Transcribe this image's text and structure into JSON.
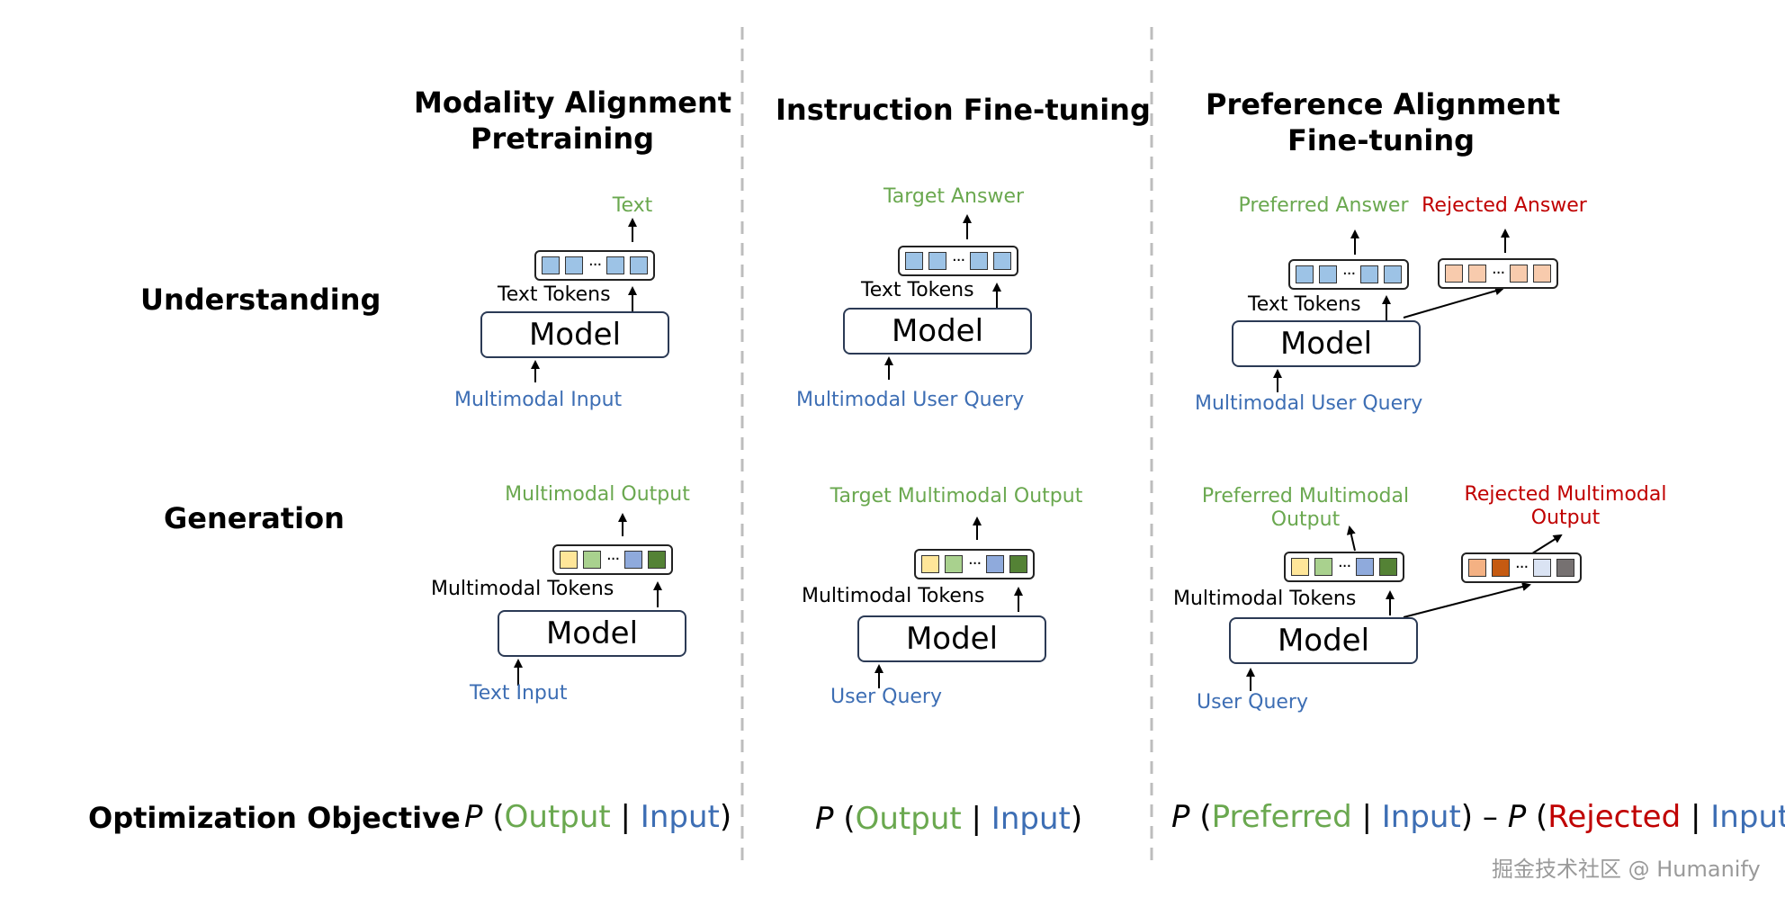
{
  "columns": {
    "pretraining": {
      "title_line1": "Modality Alignment",
      "title_line2": "Pretraining"
    },
    "instruction": {
      "title": "Instruction Fine-tuning"
    },
    "preference": {
      "title_line1": "Preference Alignment",
      "title_line2": "Fine-tuning"
    }
  },
  "rows": {
    "understanding": "Understanding",
    "generation": "Generation",
    "objective": "Optimization Objective"
  },
  "model_label": "Model",
  "dots": "···",
  "pretraining": {
    "understanding": {
      "output": "Text",
      "tokens": "Text Tokens",
      "input": "Multimodal Input"
    },
    "generation": {
      "output": "Multimodal Output",
      "tokens": "Multimodal Tokens",
      "input": "Text Input"
    }
  },
  "instruction": {
    "understanding": {
      "output": "Target Answer",
      "tokens": "Text Tokens",
      "input": "Multimodal User Query"
    },
    "generation": {
      "output": "Target Multimodal Output",
      "tokens": "Multimodal Tokens",
      "input": "User Query"
    }
  },
  "preference": {
    "understanding": {
      "preferred": "Preferred Answer",
      "rejected": "Rejected Answer",
      "tokens": "Text Tokens",
      "input": "Multimodal User Query"
    },
    "generation": {
      "preferred_line1": "Preferred Multimodal",
      "preferred_line2": "Output",
      "rejected_line1": "Rejected Multimodal",
      "rejected_line2": "Output",
      "tokens": "Multimodal Tokens",
      "input": "User Query"
    }
  },
  "objectives": {
    "P": "P",
    "open": "(",
    "close": ")",
    "bar": "|",
    "minus": "–",
    "output": "Output",
    "input": "Input",
    "preferred": "Preferred",
    "rejected": "Rejected"
  },
  "watermark": "掘金技术社区 @ Humanify",
  "colors": {
    "green": "#6aa84f",
    "blue": "#3d6eb4",
    "red": "#c00000",
    "token_blue": "#9dc3e6",
    "token_yellow": "#ffe699",
    "token_lightgreen": "#a9d18e",
    "token_gray": "#8faadc",
    "token_darkgreen": "#548235",
    "token_peach": "#f8cbad",
    "token_orange": "#c55a11",
    "token_pale": "#dae3f3",
    "token_dark": "#767171"
  }
}
